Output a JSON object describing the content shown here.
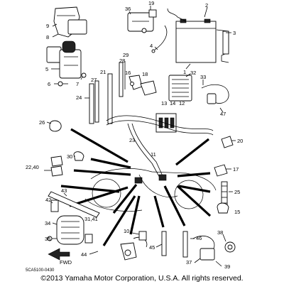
{
  "diagram": {
    "part_numbers": [
      "1",
      "2",
      "3",
      "4",
      "5",
      "6",
      "7",
      "8",
      "9",
      "10",
      "11",
      "12",
      "13",
      "14",
      "15",
      "16",
      "17",
      "18",
      "19",
      "20",
      "21",
      "22,40",
      "23",
      "24",
      "25",
      "26",
      "27",
      "28",
      "29",
      "30",
      "31,41",
      "32",
      "33",
      "34",
      "35",
      "36",
      "37",
      "38",
      "39",
      "42",
      "43",
      "44",
      "45",
      "46",
      "47"
    ],
    "figure_code": "5CA5100-0430",
    "fwd_label": "FWD",
    "copyright": "©2013 Yamaha Motor Corporation, U.S.A. All rights reserved."
  }
}
